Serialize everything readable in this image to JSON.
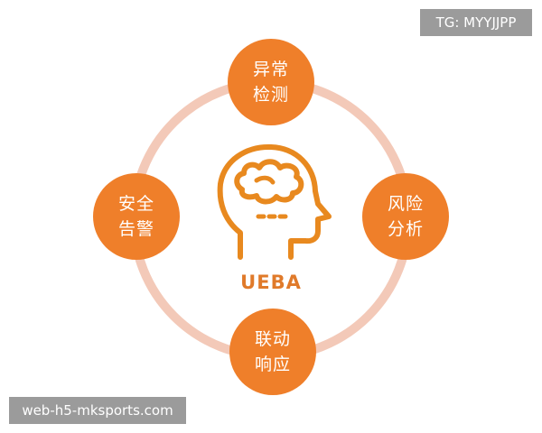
{
  "diagram": {
    "center_label": "UEBA",
    "center_icon": "head-brain-icon",
    "nodes": [
      {
        "id": "top",
        "line1": "异常",
        "line2": "检测"
      },
      {
        "id": "right",
        "line1": "风险",
        "line2": "分析"
      },
      {
        "id": "bottom",
        "line1": "联动",
        "line2": "响应"
      },
      {
        "id": "left",
        "line1": "安全",
        "line2": "告警"
      }
    ]
  },
  "overlays": {
    "tag_text": "TG: MYYJJPP",
    "watermark_text": "web-h5-mksports.com"
  },
  "colors": {
    "node_fill": "#ef7f2a",
    "ring": "#f3c9b8",
    "icon": "#e8891f",
    "label_box": "#9b9b9b"
  }
}
